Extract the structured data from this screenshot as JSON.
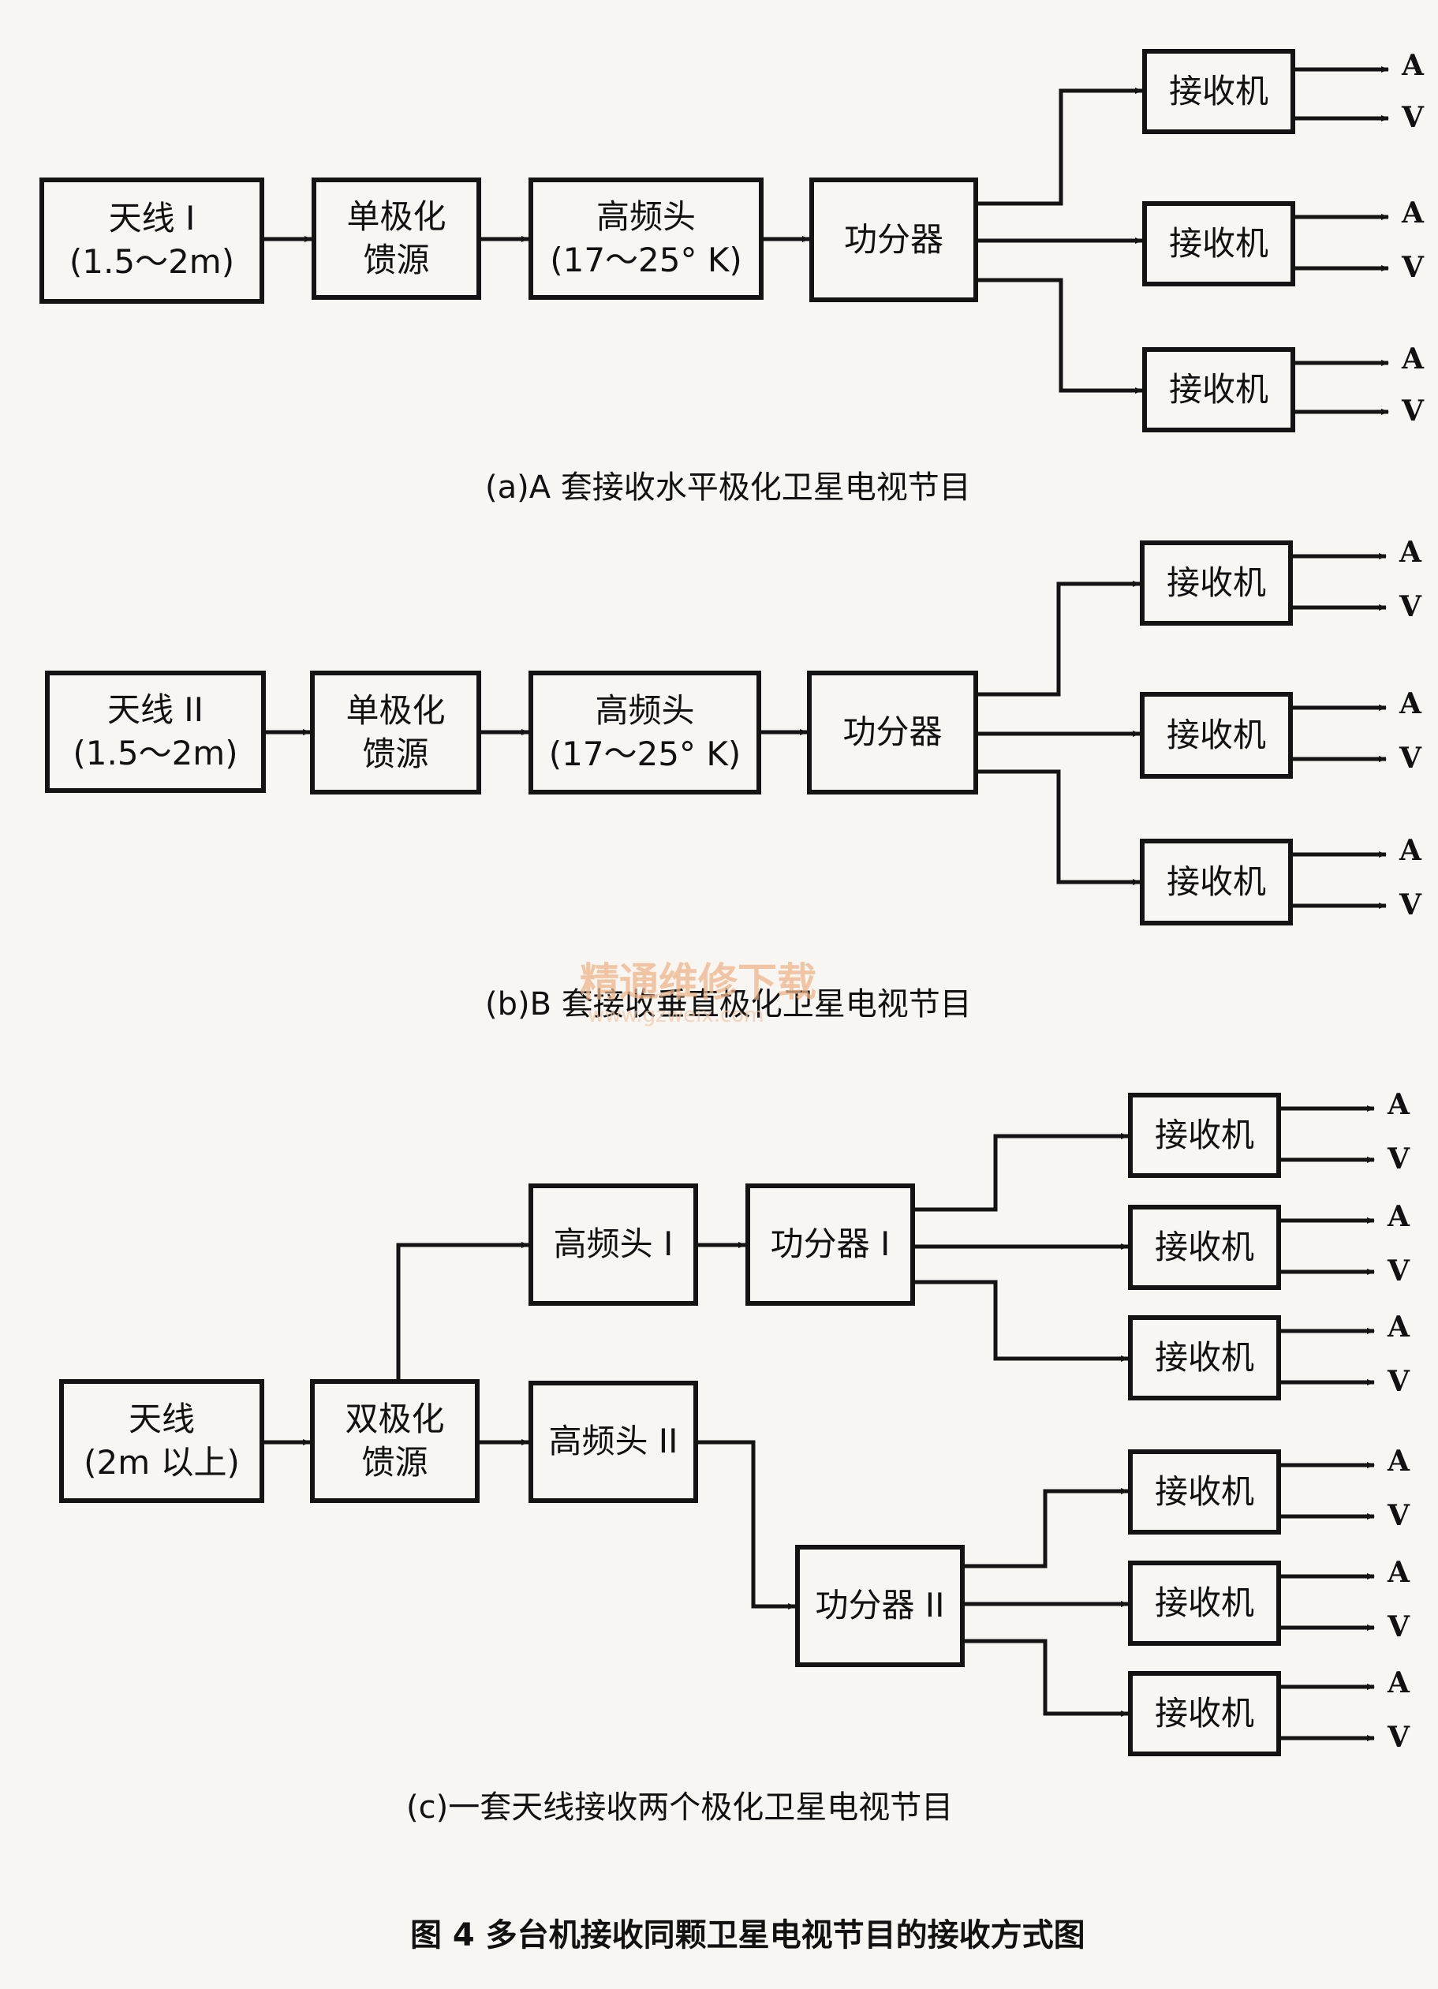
{
  "figure_title": "图 4  多台机接收同颗卫星电视节目的接收方式图",
  "watermark": {
    "text": "精通维修下载",
    "url": "www.gzweix.com"
  },
  "out_labels": {
    "audio": "A",
    "video": "V"
  },
  "receiver_label": "接收机",
  "panel_a": {
    "caption": "(a)A 套接收水平极化卫星电视节目",
    "antenna": [
      "天线 I",
      "(1.5～2m)"
    ],
    "feed": [
      "单极化",
      "馈源"
    ],
    "lnb": [
      "高频头",
      "(17～25° K)"
    ],
    "splitter": "功分器"
  },
  "panel_b": {
    "caption": "(b)B 套接收垂直极化卫星电视节目",
    "antenna": [
      "天线 II",
      "(1.5～2m)"
    ],
    "feed": [
      "单极化",
      "馈源"
    ],
    "lnb": [
      "高频头",
      "(17～25° K)"
    ],
    "splitter": "功分器"
  },
  "panel_c": {
    "caption": "(c)一套天线接收两个极化卫星电视节目",
    "antenna": [
      "天线",
      "(2m 以上)"
    ],
    "feed": [
      "双极化",
      "馈源"
    ],
    "lnb1": "高频头 I",
    "lnb2": "高频头 II",
    "splitter1": "功分器 I",
    "splitter2": "功分器 II"
  }
}
